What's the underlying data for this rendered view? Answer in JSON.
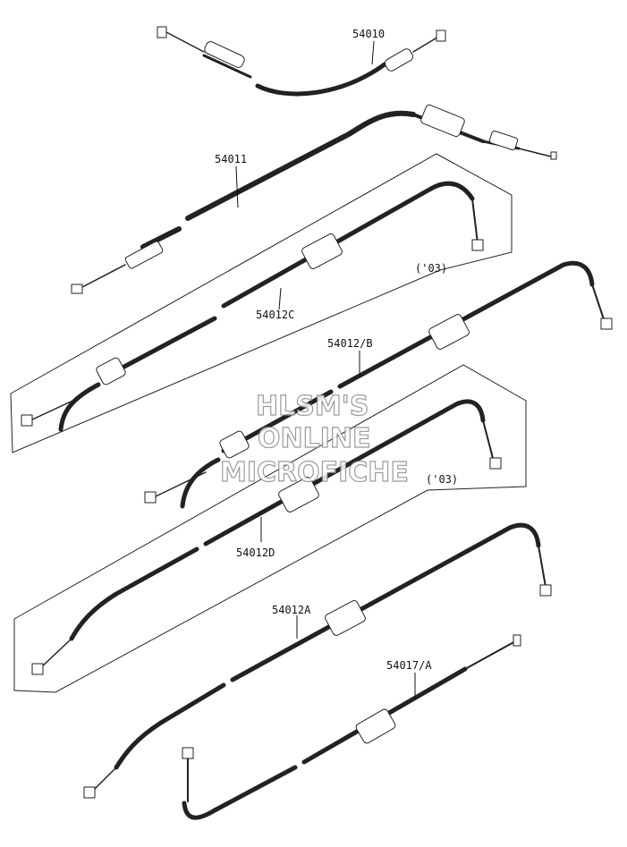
{
  "parts": [
    {
      "id": "54010",
      "label": "54010"
    },
    {
      "id": "54011",
      "label": "54011"
    },
    {
      "id": "54012C",
      "label": "54012C"
    },
    {
      "id": "54012B",
      "label": "54012/B"
    },
    {
      "id": "54012D",
      "label": "54012D"
    },
    {
      "id": "54012A",
      "label": "54012A"
    },
    {
      "id": "54017A",
      "label": "54017/A"
    }
  ],
  "year_notes": [
    "('03)",
    "('03)"
  ],
  "watermark": [
    "HLSM'S",
    "ONLINE",
    "MICROFICHE"
  ]
}
